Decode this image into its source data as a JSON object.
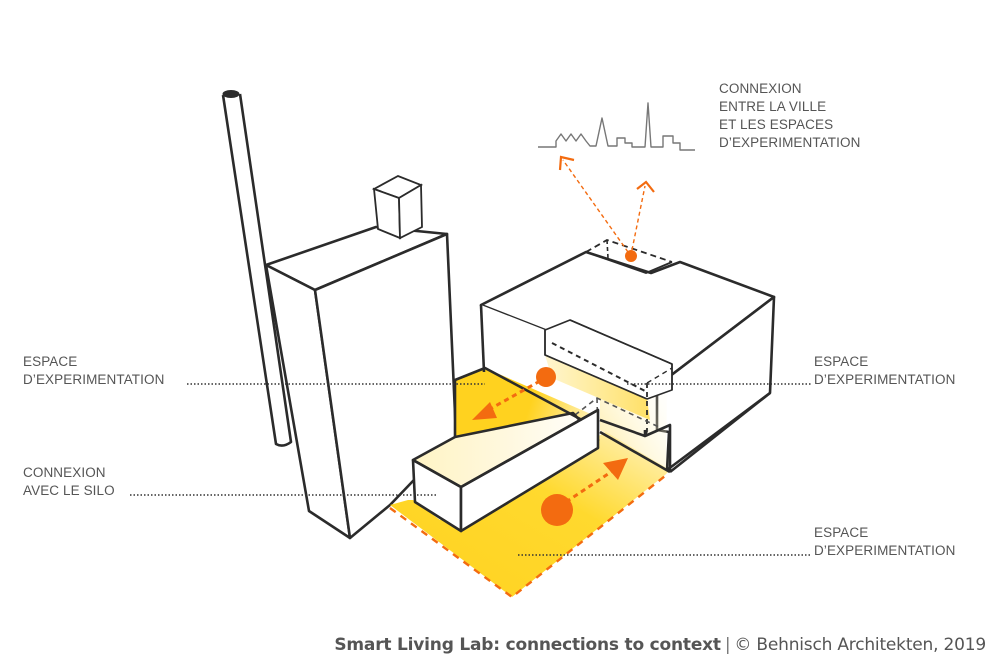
{
  "figure": {
    "subject": "Smart Living Lab isometric concept diagram",
    "colors": {
      "line": "#2b2b2b",
      "accent_orange": "#f36b10",
      "fill_yellow": "#ffd21f",
      "label_gray": "#555555",
      "skyline_gray": "#777777"
    }
  },
  "labels": {
    "city_connection": {
      "lines": [
        "CONNEXION",
        "ENTRE LA VILLE",
        "ET  LES ESPACES",
        "D’EXPERIMENTATION"
      ]
    },
    "left_experimentation": {
      "lines": [
        "ESPACE",
        "D’EXPERIMENTATION"
      ]
    },
    "silo_connection": {
      "lines": [
        "CONNEXION",
        "AVEC LE SILO"
      ]
    },
    "right_experimentation_upper": {
      "lines": [
        "ESPACE",
        "D’EXPERIMENTATION"
      ]
    },
    "right_experimentation_lower": {
      "lines": [
        "ESPACE",
        "D’EXPERIMENTATION"
      ]
    }
  },
  "caption": {
    "title": "Smart Living Lab: connections to context",
    "separator": "|",
    "credit": "© Behnisch Architekten, 2019"
  },
  "icons": {
    "skyline": "city-skyline-icon",
    "arrows": "orange-dashed-arrow-icon",
    "dots": "orange-circle-icon"
  }
}
